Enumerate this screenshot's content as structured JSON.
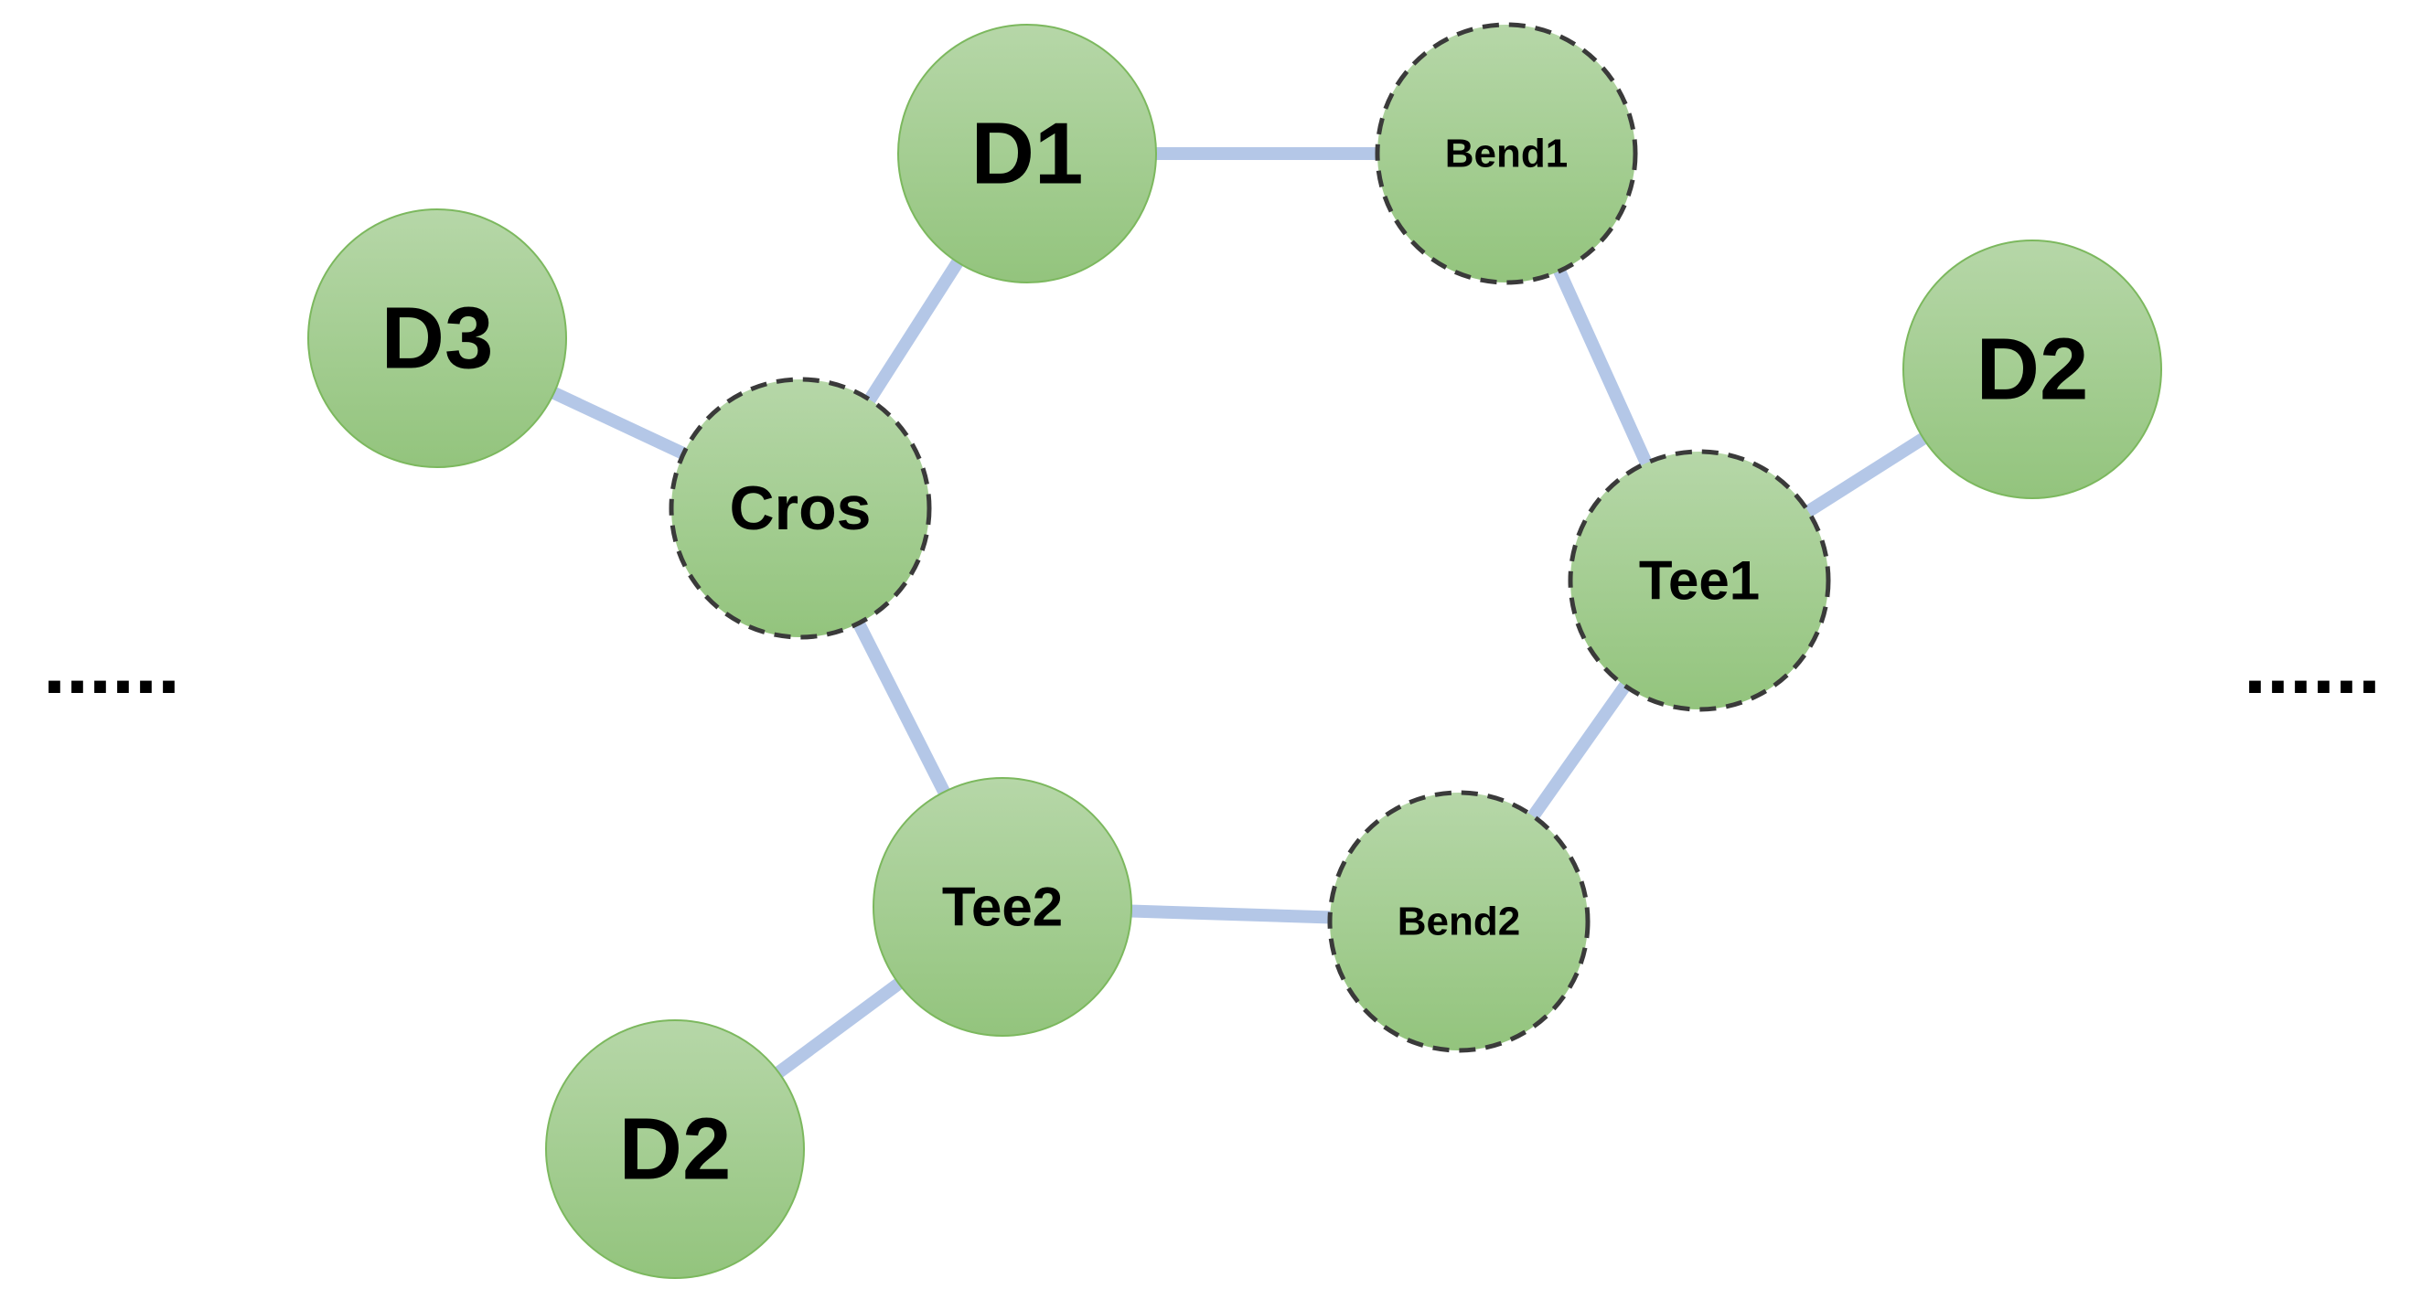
{
  "colors": {
    "node_fill_top": "#b6d7a8",
    "node_fill_bottom": "#93c47d",
    "node_border": "#7cb85e",
    "dashed_border": "#3a3a3a",
    "edge": "#b4c7e7",
    "text": "#000000"
  },
  "nodes": [
    {
      "id": "d1",
      "label": "D1",
      "dashed": false
    },
    {
      "id": "bend1",
      "label": "Bend1",
      "dashed": true
    },
    {
      "id": "d3",
      "label": "D3",
      "dashed": false
    },
    {
      "id": "cros",
      "label": "Cros",
      "dashed": true
    },
    {
      "id": "d2-right",
      "label": "D2",
      "dashed": false
    },
    {
      "id": "tee1",
      "label": "Tee1",
      "dashed": true
    },
    {
      "id": "tee2",
      "label": "Tee2",
      "dashed": false
    },
    {
      "id": "bend2",
      "label": "Bend2",
      "dashed": true
    },
    {
      "id": "d2-bottom",
      "label": "D2",
      "dashed": false
    }
  ],
  "edges": [
    {
      "from": "d1",
      "to": "bend1"
    },
    {
      "from": "d1",
      "to": "cros"
    },
    {
      "from": "d3",
      "to": "cros"
    },
    {
      "from": "cros",
      "to": "tee2"
    },
    {
      "from": "bend1",
      "to": "tee1"
    },
    {
      "from": "tee1",
      "to": "d2-right"
    },
    {
      "from": "tee1",
      "to": "bend2"
    },
    {
      "from": "tee2",
      "to": "bend2"
    },
    {
      "from": "tee2",
      "to": "d2-bottom"
    }
  ],
  "ellipsis": {
    "left": "......",
    "right": "......"
  }
}
